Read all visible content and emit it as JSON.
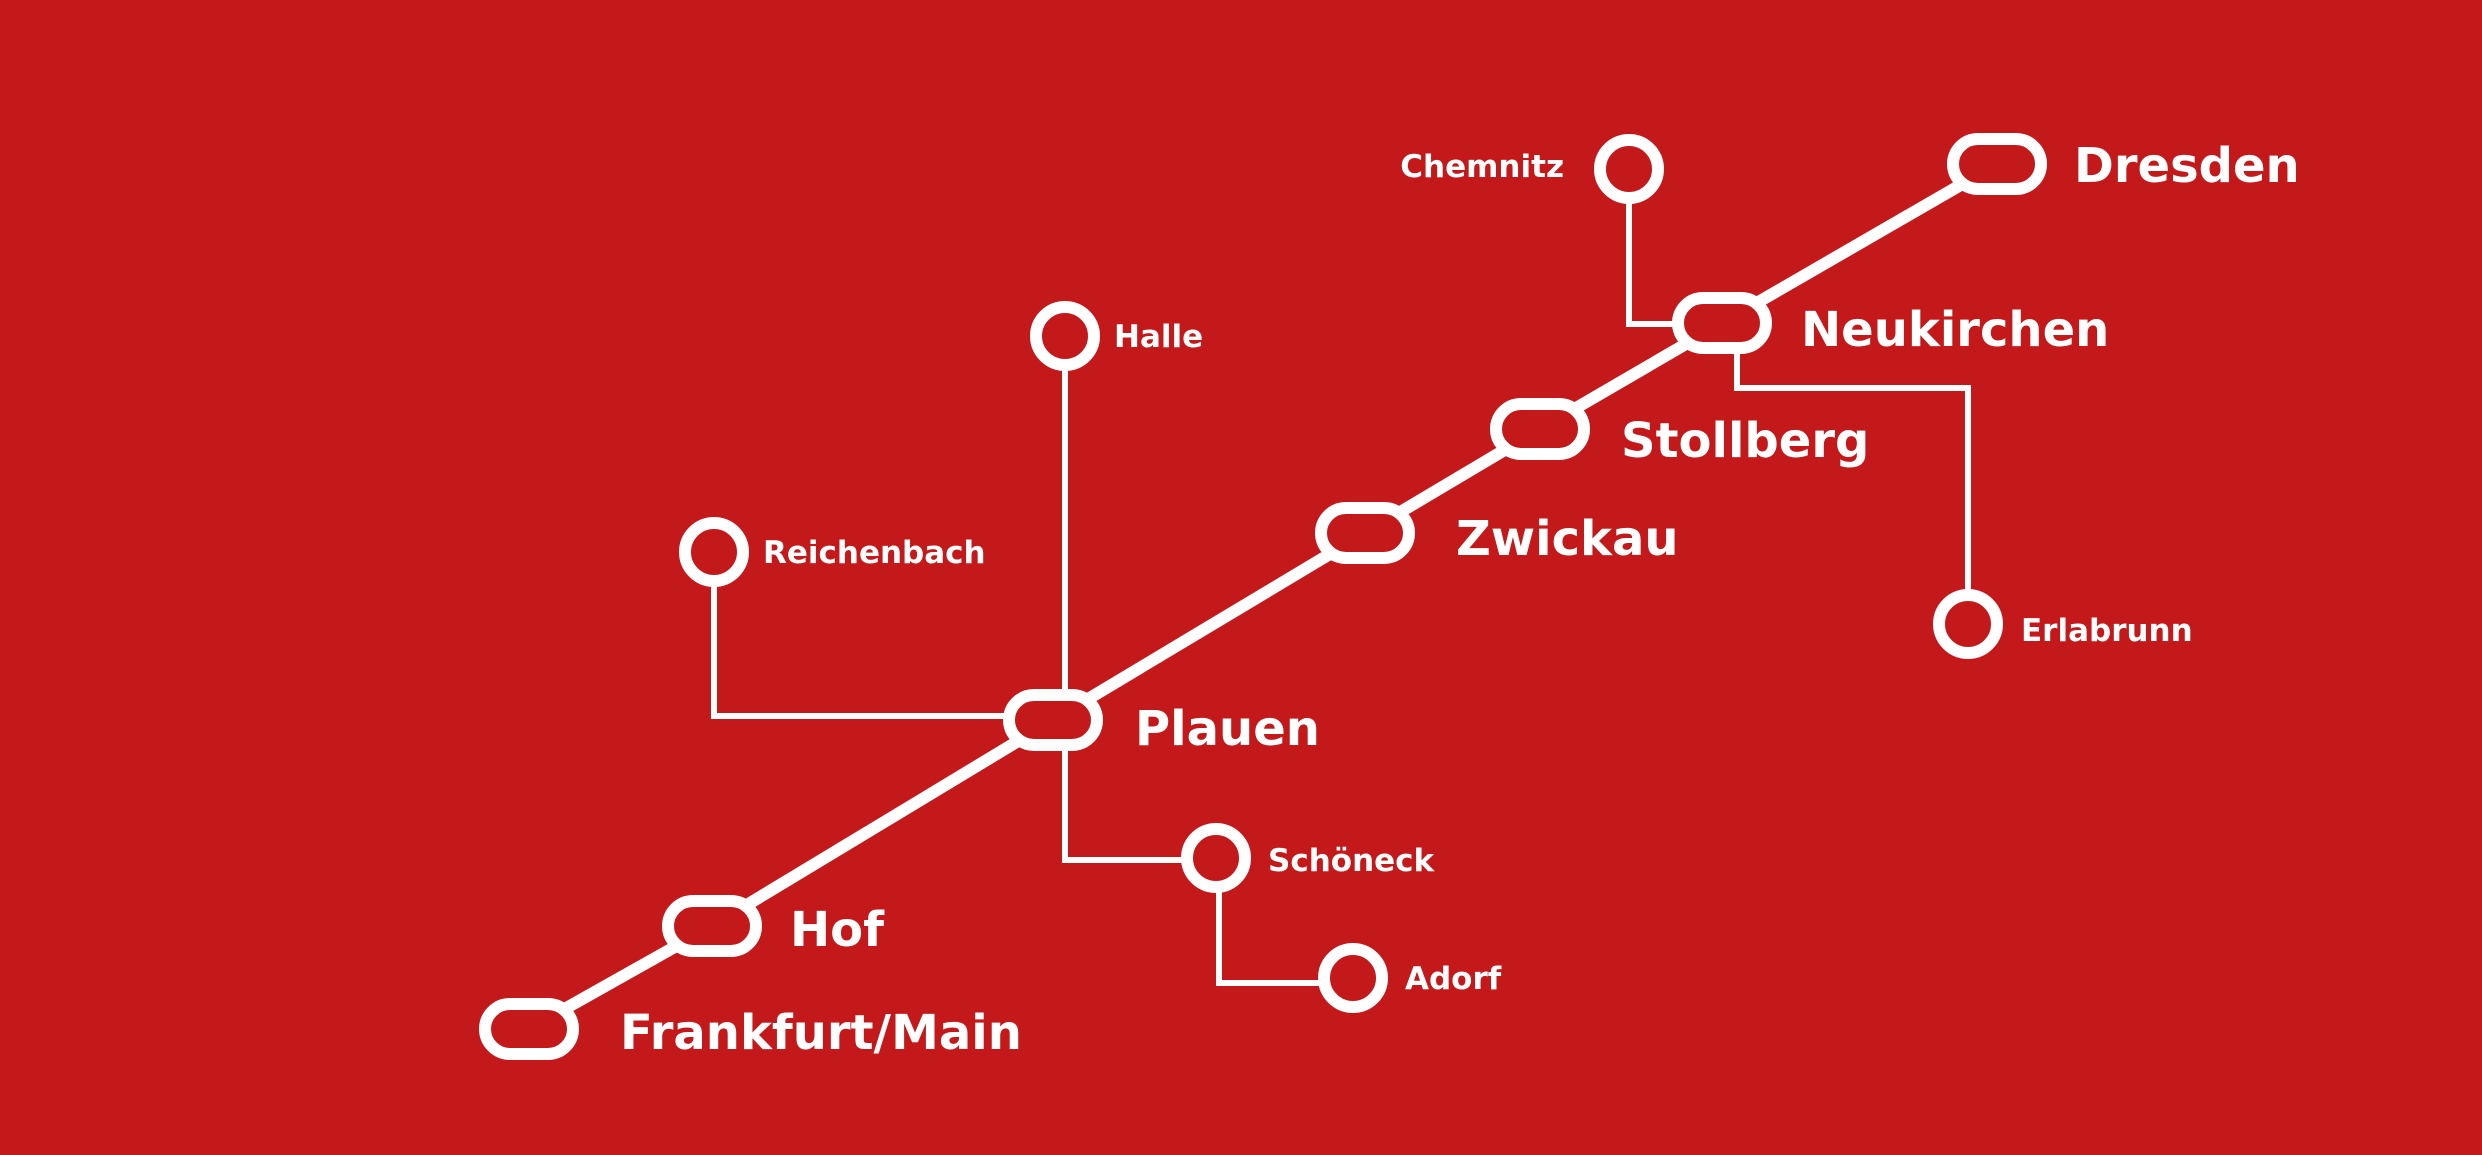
{
  "map": {
    "background_color": "#C4191A",
    "line_color": "#FFFFFF",
    "main_stations": {
      "frankfurt": "Frankfurt/Main",
      "hof": "Hof",
      "plauen": "Plauen",
      "zwickau": "Zwickau",
      "stollberg": "Stollberg",
      "neukirchen": "Neukirchen",
      "dresden": "Dresden"
    },
    "branch_stations": {
      "chemnitz": "Chemnitz",
      "halle": "Halle",
      "reichenbach": "Reichenbach",
      "erlabrunn": "Erlabrunn",
      "schoeneck": "Schöneck",
      "adorf": "Adorf"
    }
  }
}
